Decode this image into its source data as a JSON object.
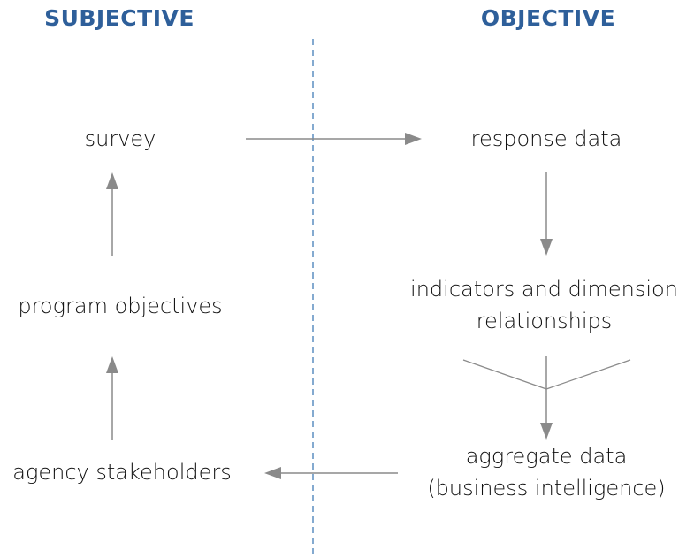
{
  "headings": {
    "subjective": "SUBJECTIVE",
    "objective": "OBJECTIVE"
  },
  "nodes": {
    "survey": "survey",
    "program_objectives": "program objectives",
    "agency_stakeholders": "agency stakeholders",
    "response_data": "response data",
    "indicators": [
      "indicators and dimension",
      "relationships"
    ],
    "aggregate": [
      "aggregate data",
      "(business intelligence)"
    ]
  },
  "colors": {
    "heading": "#2e5f9a",
    "divider": "#5b8ec1",
    "arrow": "#8a8a8a",
    "text": "#111111"
  }
}
